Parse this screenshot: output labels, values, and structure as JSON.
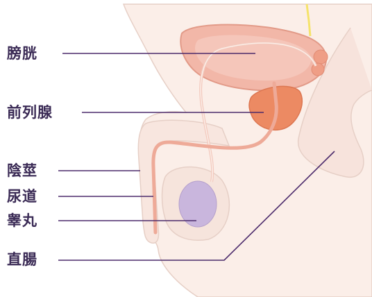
{
  "labels": {
    "bladder": "膀胱",
    "prostate": "前列腺",
    "penis": "陰莖",
    "urethra": "尿道",
    "testicle": "睾丸",
    "rectum": "直腸"
  },
  "colors": {
    "skin": "#fbeee8",
    "skin_outline": "#e6cfc6",
    "bladder": "#f2b7a8",
    "prostate": "#ec8a63",
    "urethra": "#eeaa98",
    "testicle": "#c9b6dd",
    "leader_line": "#4b2a6b",
    "nerve": "#f5e36b"
  }
}
